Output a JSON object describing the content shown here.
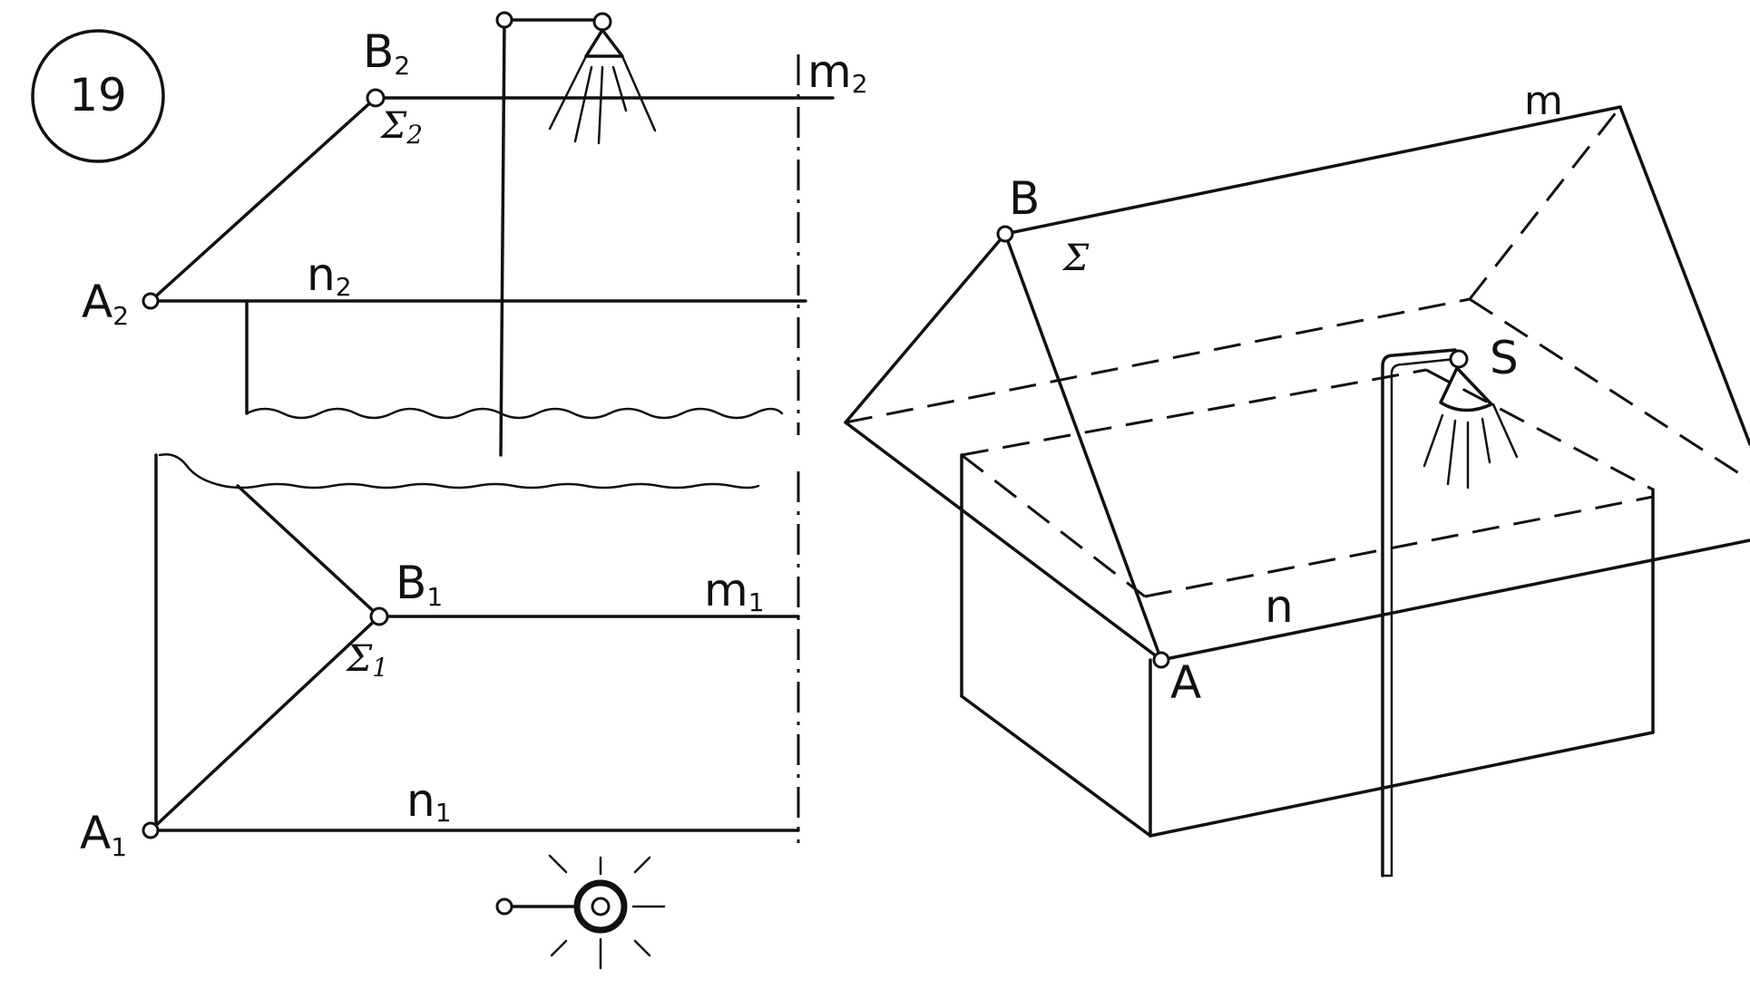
{
  "figure": {
    "number": "19"
  },
  "front_view": {
    "point_b": "B",
    "point_b_sub": "2",
    "point_a": "A",
    "point_a_sub": "2",
    "line_m": "m",
    "line_m_sub": "2",
    "line_n": "n",
    "line_n_sub": "2",
    "sigma": "Σ",
    "sigma_sub": "2"
  },
  "top_view": {
    "point_b": "B",
    "point_b_sub": "1",
    "point_a": "A",
    "point_a_sub": "1",
    "line_m": "m",
    "line_m_sub": "1",
    "line_n": "n",
    "line_n_sub": "1",
    "sigma": "Σ",
    "sigma_sub": "1"
  },
  "perspective_view": {
    "point_b": "B",
    "point_a": "A",
    "point_s": "S",
    "line_m": "m",
    "line_n": "n",
    "sigma": "Σ"
  }
}
